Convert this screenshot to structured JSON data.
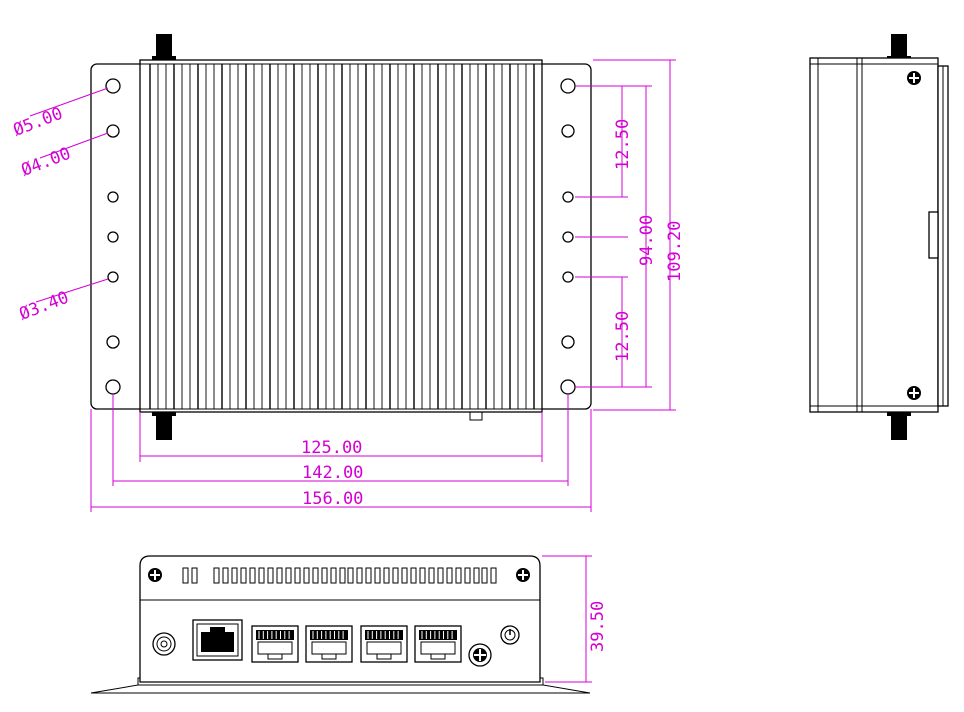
{
  "colors": {
    "dimension": "#d400d4",
    "outline": "#000000",
    "background": "#ffffff"
  },
  "top_view": {
    "hole_callouts": {
      "large": "Ø5.00",
      "medium": "Ø4.00",
      "small": "Ø3.40"
    },
    "dimensions": {
      "spacing_top": "12.50",
      "spacing_bottom": "12.50",
      "inner_height": "94.00",
      "outer_height": "109.20",
      "width_fins": "125.00",
      "width_holes": "142.00",
      "width_overall": "156.00"
    }
  },
  "front_view": {
    "dimensions": {
      "height": "39.50"
    },
    "ports": [
      "sma-antenna",
      "rj45-console",
      "rj45-lan-1",
      "rj45-lan-2",
      "rj45-lan-3",
      "rj45-lan-4",
      "ground-screw",
      "power-button"
    ]
  },
  "side_view": {
    "icons": [
      "screw-icon",
      "screw-icon",
      "antenna-connector-icon",
      "antenna-connector-icon"
    ]
  }
}
